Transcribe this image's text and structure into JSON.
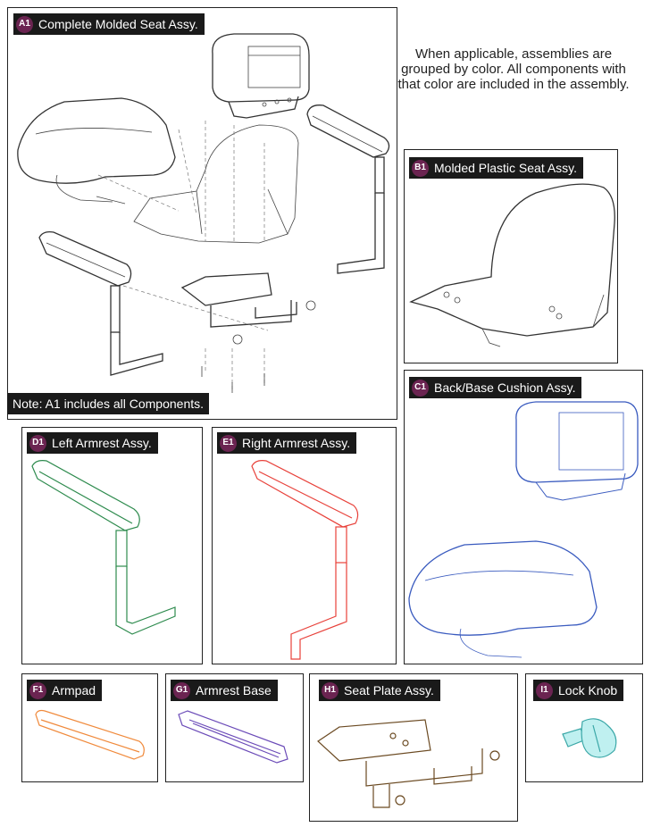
{
  "caption": "When applicable, assemblies are grouped by color. All components with that color are included in the assembly.",
  "panels": [
    {
      "badge": "A1",
      "label": "Complete Molded Seat Assy."
    },
    {
      "badge": "B1",
      "label": "Molded Plastic Seat Assy."
    },
    {
      "badge": "C1",
      "label": "Back/Base Cushion Assy."
    },
    {
      "badge": "D1",
      "label": "Left Armrest Assy."
    },
    {
      "badge": "E1",
      "label": "Right Armrest Assy."
    },
    {
      "badge": "F1",
      "label": "Armpad"
    },
    {
      "badge": "G1",
      "label": "Armrest Base"
    },
    {
      "badge": "H1",
      "label": "Seat Plate Assy."
    },
    {
      "badge": "I1",
      "label": "Lock Knob"
    }
  ],
  "note": "Note: A1 includes all Components.",
  "colors": {
    "badge": "#6b2451",
    "label_bg": "#1a1a1a",
    "cushion_blue": "#3a5bbf",
    "left_armrest_green": "#2e8b4e",
    "right_armrest_red": "#e8413a",
    "armpad_orange": "#f08a3c",
    "armrest_base_purple": "#6b4bb8",
    "seat_plate_brown": "#6b4a22",
    "lock_knob_cyan": "#5cc9c9"
  }
}
